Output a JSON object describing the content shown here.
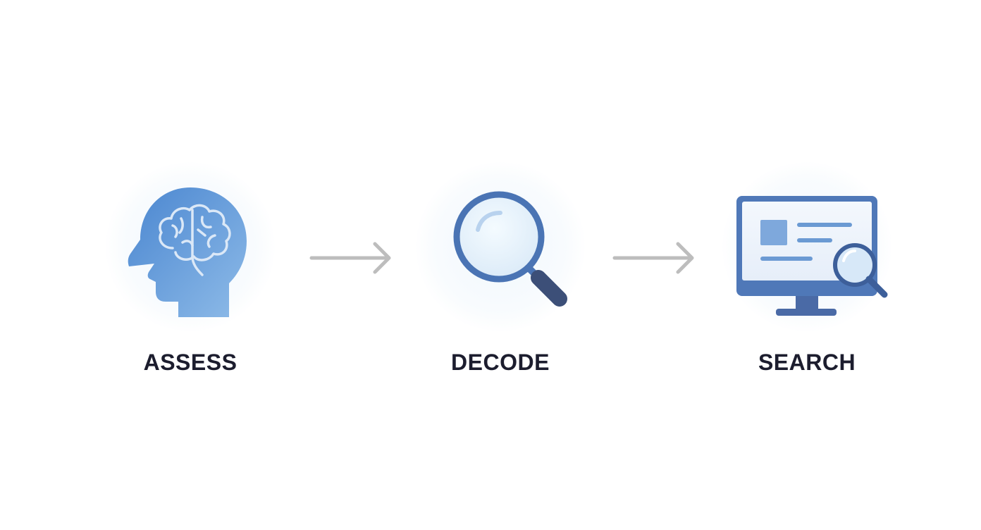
{
  "steps": [
    {
      "label": "ASSESS",
      "icon": "head-brain-icon"
    },
    {
      "label": "DECODE",
      "icon": "magnifying-glass-icon"
    },
    {
      "label": "SEARCH",
      "icon": "monitor-search-icon"
    }
  ],
  "colors": {
    "primary_blue": "#4a7fc8",
    "light_blue": "#8db6e6",
    "dark_blue": "#3a5f9a",
    "arrow_gray": "#bdbdbd",
    "label_text": "#1c1d2e"
  }
}
